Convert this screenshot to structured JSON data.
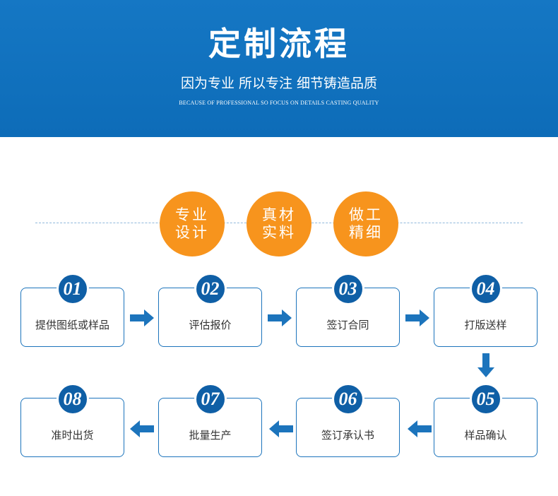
{
  "header": {
    "title": "定制流程",
    "subtitle": "因为专业 所以专注 细节铸造品质",
    "subtitle_en": "BECAUSE OF PROFESSIONAL SO FOCUS ON DETAILS CASTING QUALITY"
  },
  "tags": [
    {
      "line1": "专业",
      "line2": "设计"
    },
    {
      "line1": "真材",
      "line2": "实料"
    },
    {
      "line1": "做工",
      "line2": "精细"
    }
  ],
  "steps": [
    {
      "number": "01",
      "label": "提供图纸或样品"
    },
    {
      "number": "02",
      "label": "评估报价"
    },
    {
      "number": "03",
      "label": "签订合同"
    },
    {
      "number": "04",
      "label": "打版送样"
    },
    {
      "number": "05",
      "label": "样品确认"
    },
    {
      "number": "06",
      "label": "签订承认书"
    },
    {
      "number": "07",
      "label": "批量生产"
    },
    {
      "number": "08",
      "label": "准时出货"
    }
  ],
  "colors": {
    "banner": "#1577c4",
    "accent_orange": "#f7941d",
    "step_border": "#1c74bc",
    "badge": "#0f5fa6",
    "arrow": "#1c74bc"
  }
}
